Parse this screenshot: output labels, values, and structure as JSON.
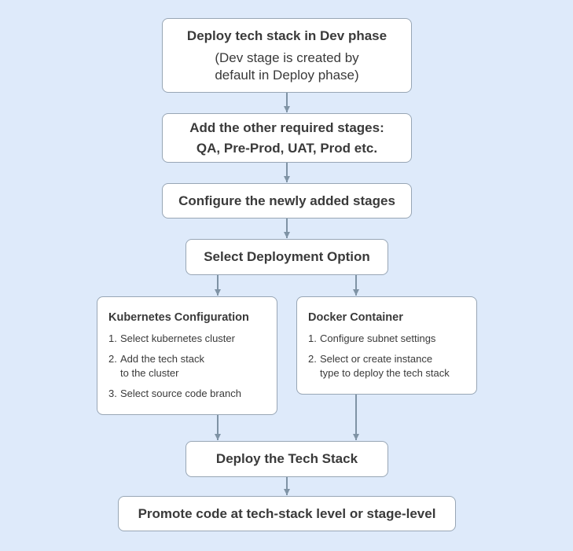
{
  "steps": {
    "deploy_dev": {
      "title": "Deploy tech stack in Dev phase",
      "note": "(Dev stage is created by\ndefault in Deploy phase)"
    },
    "add_stages": {
      "line1": "Add the other required stages:",
      "line2": "QA, Pre-Prod, UAT, Prod etc."
    },
    "configure_stages": {
      "title": "Configure the newly added stages"
    },
    "select_option": {
      "title": "Select Deployment Option"
    },
    "kubernetes": {
      "title": "Kubernetes Configuration",
      "items": [
        {
          "num": "1.",
          "text": "Select kubernetes cluster"
        },
        {
          "num": "2.",
          "text": "Add the tech stack\nto the cluster"
        },
        {
          "num": "3.",
          "text": "Select source code branch"
        }
      ]
    },
    "docker": {
      "title": "Docker Container",
      "items": [
        {
          "num": "1.",
          "text": "Configure subnet settings"
        },
        {
          "num": "2.",
          "text": "Select or create instance\ntype to deploy the tech stack"
        }
      ]
    },
    "deploy_stack": {
      "title": "Deploy the Tech Stack"
    },
    "promote": {
      "title": "Promote code at tech-stack level or stage-level"
    }
  },
  "colors": {
    "background": "#deeafa",
    "box_fill": "#ffffff",
    "box_border": "#98a6b5",
    "connector": "#7f93a5",
    "text": "#3a3a3a"
  }
}
